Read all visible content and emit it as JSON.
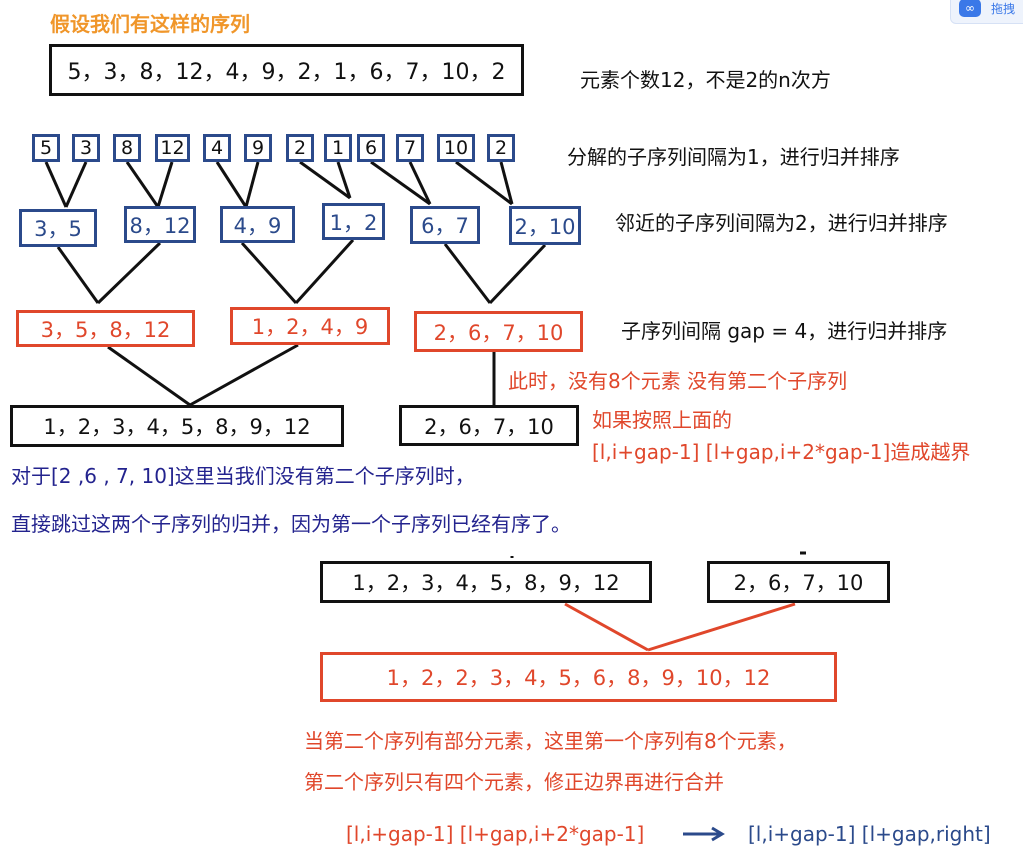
{
  "title": "假设我们有这样的序列",
  "sequence": "5，3，8，12，4，9，2，1，6，7，10，2",
  "note_count": "元素个数12，不是2的n次方",
  "singles": [
    "5",
    "3",
    "8",
    "12",
    "4",
    "9",
    "2",
    "1",
    "6",
    "7",
    "10",
    "2"
  ],
  "note_gap1": "分解的子序列间隔为1，进行归并排序",
  "pairs": [
    "3，5",
    "8，12",
    "4，9",
    "1，2",
    "6，7",
    "2，10"
  ],
  "note_gap2": "邻近的子序列间隔为2，进行归并排序",
  "quads": [
    "3，5，8，12",
    "1，2，4，9",
    "2，6，7，10"
  ],
  "note_gap4": "子序列间隔 gap = 4，进行归并排序",
  "note_no_second_1": "此时，没有8个元素 没有第二个子序列",
  "note_no_second_2": "如果按照上面的",
  "note_no_second_3": "[l,i+gap-1] [l+gap,i+2*gap-1]造成越界",
  "merged8": "1，2，3，4，5，8，9，12",
  "leftover": "2，6，7，10",
  "note_skip_1": "对于[2 ,6 , 7, 10]这里当我们没有第二个子序列时，",
  "note_skip_2": "直接跳过这两个子序列的归并，因为第一个子序列已经有序了。",
  "left_final": "1，2，3，4，5，8，9，12",
  "right_final": "2，6，7，10",
  "result": "1，2，2，3，4，5，6，8，9，10，12",
  "note_fix_1": "当第二个序列有部分元素，这里第一个序列有8个元素，",
  "note_fix_2": "第二个序列只有四个元素，修正边界再进行合并",
  "range_before": "[l,i+gap-1] [l+gap,i+2*gap-1]",
  "range_after": "[l,i+gap-1] [l+gap,right]",
  "toolbar_label": "拖拽",
  "colors": {
    "black": "#111111",
    "blue": "#2b4a8b",
    "red": "#e0472b",
    "orange": "#f0962a",
    "navy": "#23238e"
  }
}
